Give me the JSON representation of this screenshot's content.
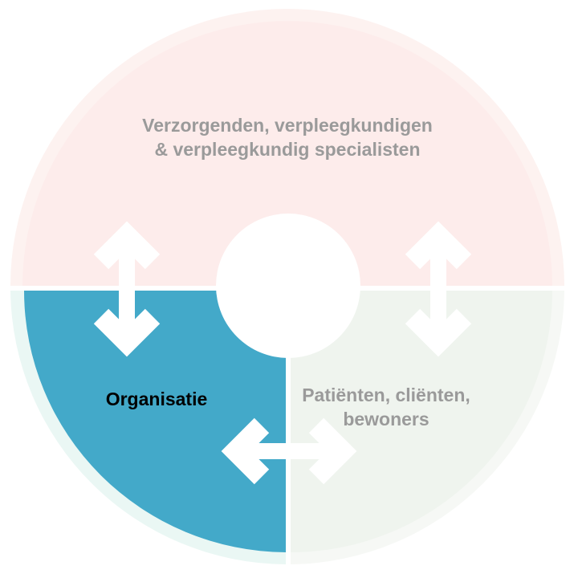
{
  "segments": {
    "top": {
      "lines": [
        "Verzorgenden, verpleegkundigen",
        "& verpleegkundig specialisten"
      ],
      "color": "#fdeceb",
      "ring": "#fdf2f0"
    },
    "bottom_left": {
      "label": "Organisatie",
      "color": "#43a9c9",
      "ring": "#eaf7f4"
    },
    "bottom_right": {
      "lines": [
        "Patiënten, cliënten,",
        "bewoners"
      ],
      "color": "#eff4ee",
      "ring": "#f6f8f5"
    }
  },
  "arrows": [
    "vertical-left",
    "vertical-right",
    "horizontal-bottom"
  ]
}
